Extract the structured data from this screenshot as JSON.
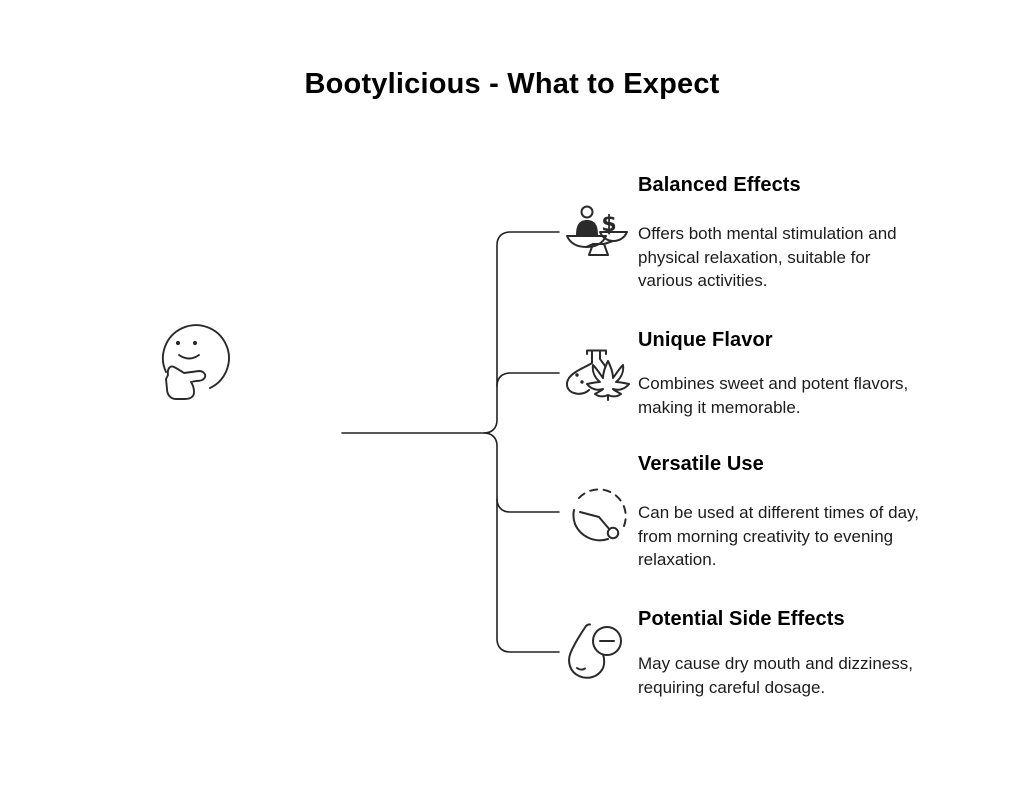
{
  "title": "Bootylicious - What to Expect",
  "root_icon": "thinking-face-icon",
  "items": [
    {
      "icon": "balance-scale-icon",
      "heading": "Balanced Effects",
      "body": "Offers both mental stimulation and\nphysical relaxation, suitable for\nvarious activities."
    },
    {
      "icon": "flask-leaf-icon",
      "heading": "Unique Flavor",
      "body": "Combines sweet and potent flavors,\nmaking it memorable."
    },
    {
      "icon": "clock-icon",
      "heading": "Versatile Use",
      "body": "Can be used at different times of day,\nfrom morning creativity to evening\nrelaxation."
    },
    {
      "icon": "droplet-minus-icon",
      "heading": "Potential Side Effects",
      "body": "May cause dry mouth and dizziness,\nrequiring careful dosage."
    }
  ],
  "icon_glyphs": {
    "dollar_sign": "$"
  },
  "colors": {
    "background": "#ffffff",
    "line": "#222222",
    "icon_stroke": "#2a2a2a",
    "heading_text": "#000000",
    "body_text": "#1c1c1c"
  }
}
